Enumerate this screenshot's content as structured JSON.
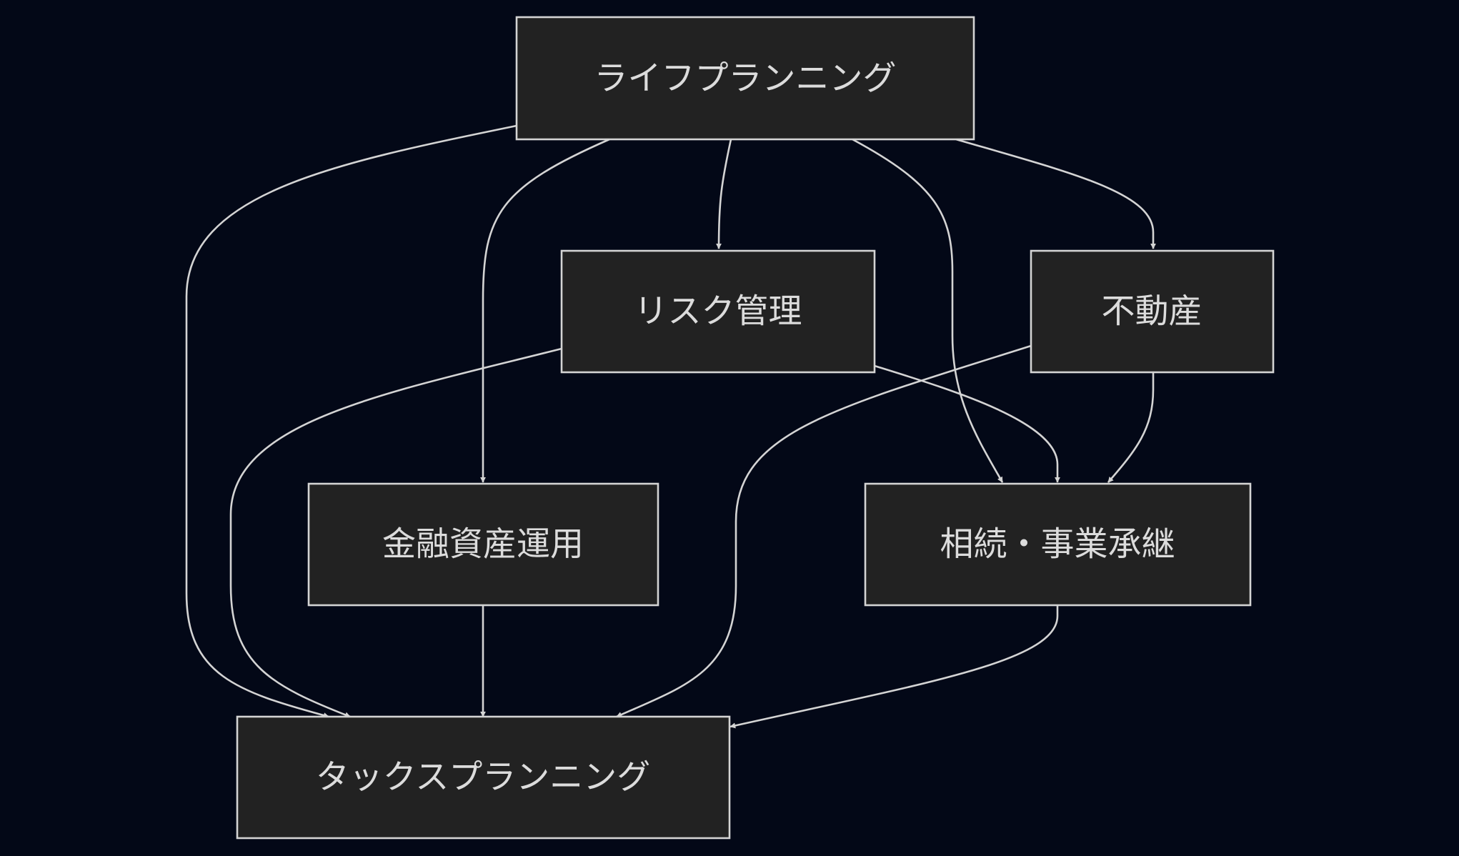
{
  "diagram": {
    "type": "flowchart",
    "nodes": {
      "life": "ライフプランニング",
      "risk": "リスク管理",
      "realestate": "不動産",
      "finance": "金融資産運用",
      "inheritance": "相続・事業承継",
      "tax": "タックスプランニング"
    },
    "edges": [
      {
        "from": "life",
        "to": "risk"
      },
      {
        "from": "life",
        "to": "realestate"
      },
      {
        "from": "life",
        "to": "finance"
      },
      {
        "from": "life",
        "to": "inheritance"
      },
      {
        "from": "life",
        "to": "tax"
      },
      {
        "from": "risk",
        "to": "inheritance"
      },
      {
        "from": "risk",
        "to": "tax"
      },
      {
        "from": "realestate",
        "to": "inheritance"
      },
      {
        "from": "realestate",
        "to": "tax"
      },
      {
        "from": "finance",
        "to": "tax"
      },
      {
        "from": "inheritance",
        "to": "tax"
      }
    ]
  }
}
